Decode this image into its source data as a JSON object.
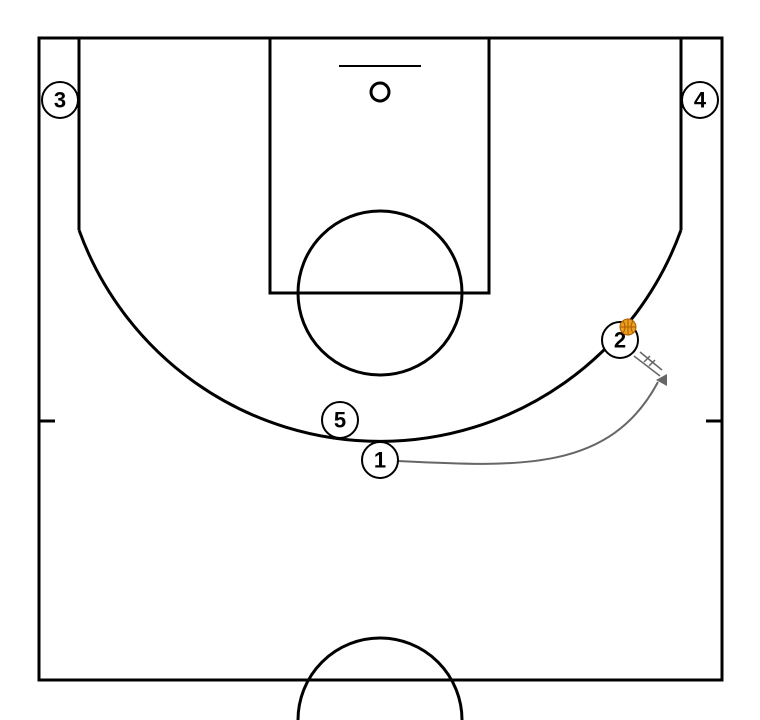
{
  "colors": {
    "court_lines": "#000000",
    "background": "#ffffff",
    "movement_path": "#666666",
    "ball": "#e8a020",
    "ball_stroke": "#b05a00"
  },
  "icons": {
    "ball": "basketball-icon",
    "arrow": "arrow-head-icon"
  },
  "players": [
    {
      "id": "p3",
      "label": "3"
    },
    {
      "id": "p4",
      "label": "4"
    },
    {
      "id": "p2",
      "label": "2",
      "has_ball": true
    },
    {
      "id": "p5",
      "label": "5"
    },
    {
      "id": "p1",
      "label": "1"
    }
  ]
}
